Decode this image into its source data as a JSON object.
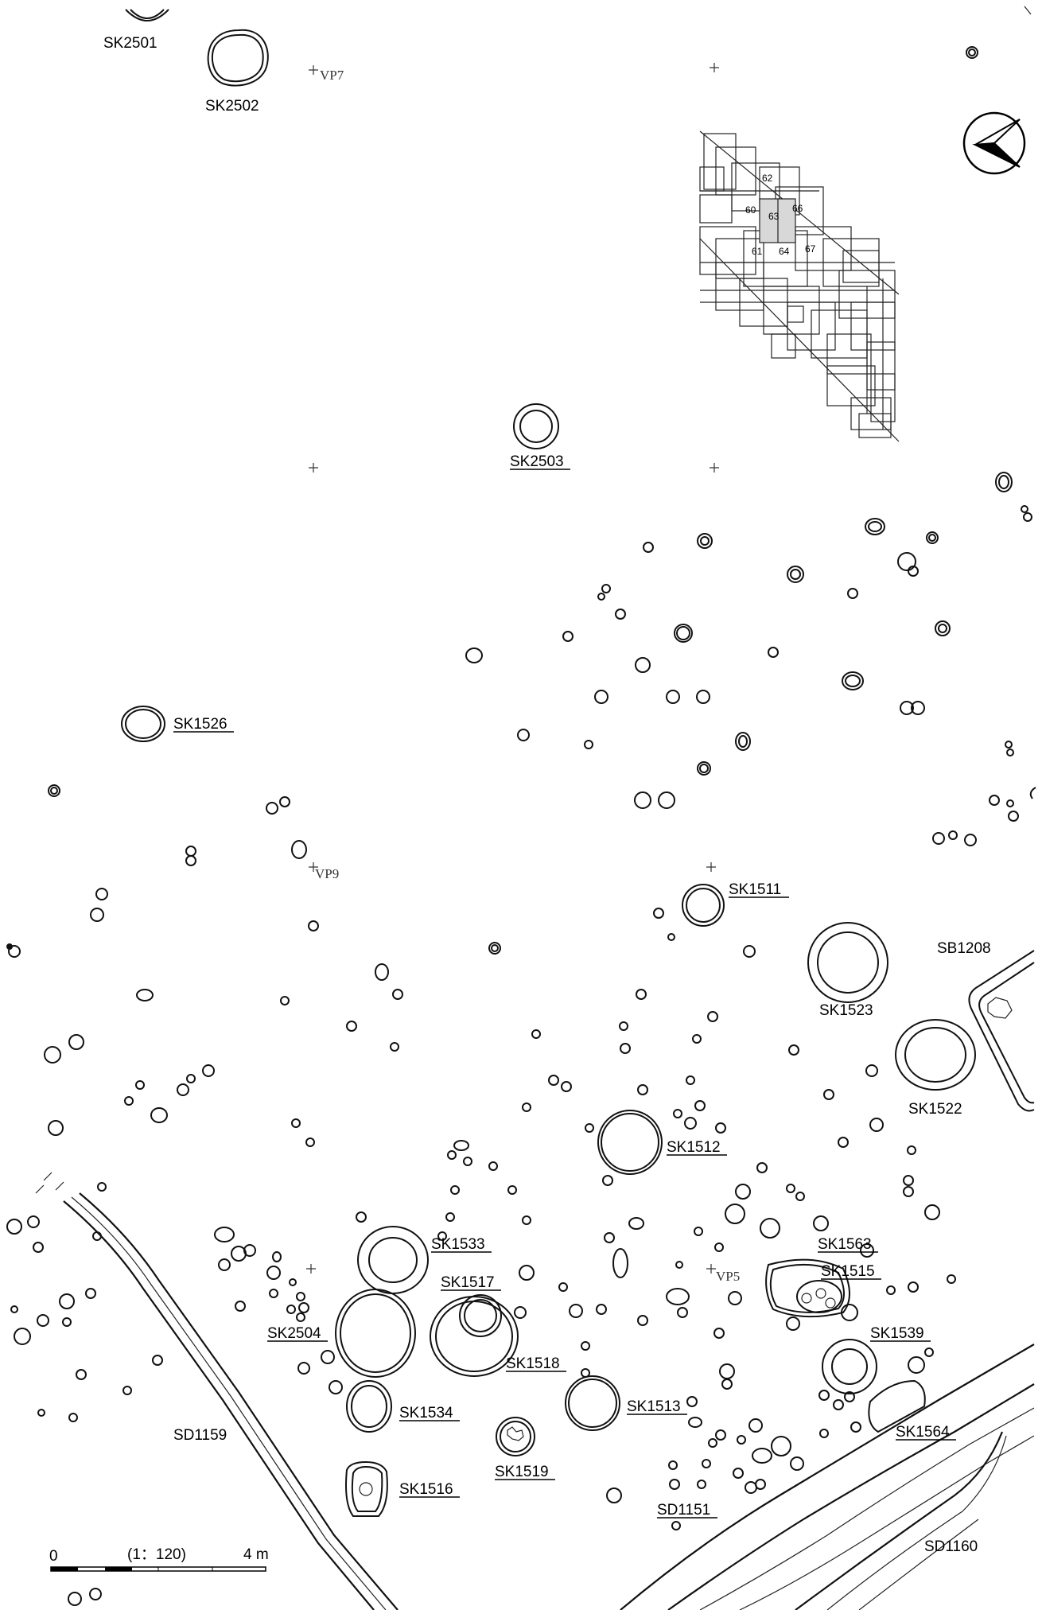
{
  "features": [
    {
      "id": "sk2501",
      "label": "SK2501",
      "underline": false
    },
    {
      "id": "sk2502",
      "label": "SK2502",
      "underline": false
    },
    {
      "id": "sk2503",
      "label": "SK2503",
      "underline": true
    },
    {
      "id": "sk1526",
      "label": "SK1526",
      "underline": true
    },
    {
      "id": "sk1511",
      "label": "SK1511",
      "underline": true
    },
    {
      "id": "sb1208",
      "label": "SB1208",
      "underline": false
    },
    {
      "id": "sk1523",
      "label": "SK1523",
      "underline": false
    },
    {
      "id": "sk1522",
      "label": "SK1522",
      "underline": false
    },
    {
      "id": "sk1512",
      "label": "SK1512",
      "underline": true
    },
    {
      "id": "sk1533",
      "label": "SK1533",
      "underline": true
    },
    {
      "id": "sk1517",
      "label": "SK1517",
      "underline": true
    },
    {
      "id": "sk1563",
      "label": "SK1563",
      "underline": true
    },
    {
      "id": "sk1515",
      "label": "SK1515",
      "underline": true
    },
    {
      "id": "sk2504",
      "label": "SK2504",
      "underline": true
    },
    {
      "id": "sk1539",
      "label": "SK1539",
      "underline": true
    },
    {
      "id": "sk1518",
      "label": "SK1518",
      "underline": true
    },
    {
      "id": "sk1534",
      "label": "SK1534",
      "underline": true
    },
    {
      "id": "sk1513",
      "label": "SK1513",
      "underline": true
    },
    {
      "id": "sd1159",
      "label": "SD1159",
      "underline": false
    },
    {
      "id": "sk1564",
      "label": "SK1564",
      "underline": true
    },
    {
      "id": "sk1519",
      "label": "SK1519",
      "underline": true
    },
    {
      "id": "sk1516",
      "label": "SK1516",
      "underline": true
    },
    {
      "id": "sd1151",
      "label": "SD1151",
      "underline": true
    },
    {
      "id": "sd1160",
      "label": "SD1160",
      "underline": false
    }
  ],
  "survey_points": [
    "VP7",
    "VP9",
    "VP5"
  ],
  "grid_numbers": [
    "62",
    "60",
    "63",
    "66",
    "61",
    "64",
    "67"
  ],
  "scale_bar": {
    "zero": "0",
    "ratio": "(1：120)",
    "length": "4 m"
  }
}
